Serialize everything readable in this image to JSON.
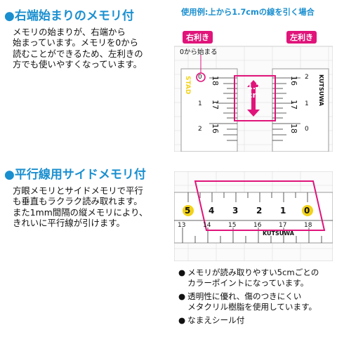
{
  "section1": {
    "bullet": "●",
    "title": "右端始まりのメモリ付",
    "lines": [
      "メモリの始まりが、右端から",
      "始まっています。メモリを0から",
      "読むことができるため、左利きの",
      "方でも使いやすくなっています。"
    ]
  },
  "example": {
    "caption": "使用例:上から1.7cmの線を引く場合",
    "right_hand": "右利き",
    "left_hand": "左利き",
    "start_zero": "0から始まる",
    "measure_value": "1.7",
    "measure_unit": "cm",
    "ruler_brand_left": "STAD",
    "ruler_brand_right": "KUTSUWA",
    "left_ruler_nums": [
      "18",
      "17",
      "16"
    ],
    "left_ruler_small": [
      "0",
      "1",
      "2"
    ],
    "right_ruler_nums": [
      "16",
      "17",
      "18"
    ],
    "right_ruler_small": [
      "2",
      "1",
      "0"
    ]
  },
  "section2": {
    "bullet": "●",
    "title": "平行線用サイドメモリ付",
    "lines": [
      "方眼メモリとサイドメモリで平行",
      "も垂直もラクラク読み取れます。",
      "また1mm間隔の縦メモリにより、",
      "きれいに平行線が引けます。"
    ]
  },
  "ruler2": {
    "top_nums": [
      "5",
      "4",
      "3",
      "2",
      "1",
      "0"
    ],
    "bottom_nums": [
      "13",
      "14",
      "15",
      "16",
      "17",
      "18"
    ],
    "brand": "KUTSUWA",
    "accent_color": "#f2d21a",
    "pink_color": "#e0147a"
  },
  "features": {
    "bullet": "●",
    "items": [
      [
        "メモリが読み取りやすい5cmごとの",
        "カラーポイントになっています。"
      ],
      [
        "透明性に優れ、傷のつきにくい",
        "メタクリル樹脂を使用しています。"
      ],
      [
        "なまえシール付"
      ]
    ]
  }
}
